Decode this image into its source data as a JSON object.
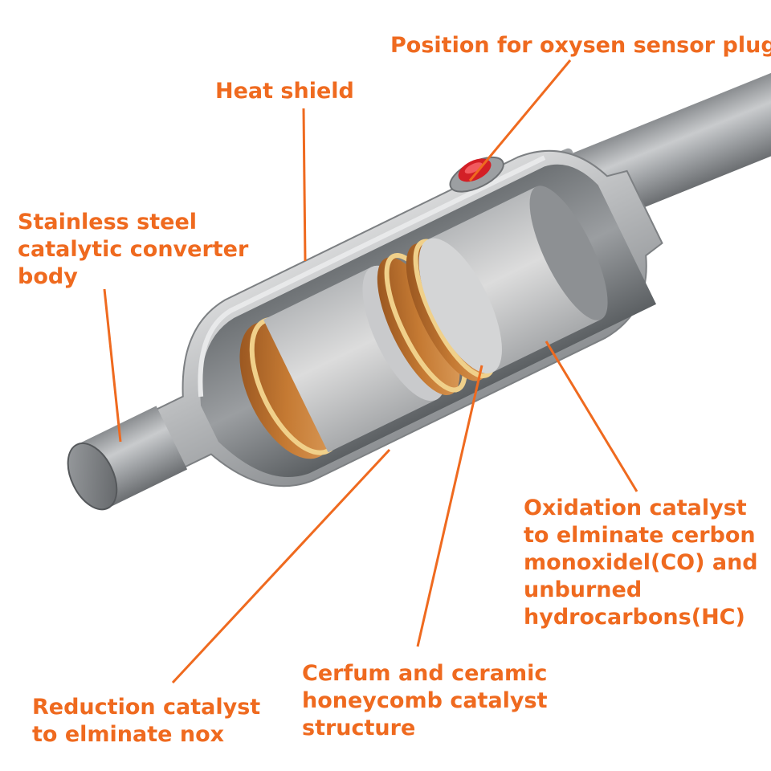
{
  "accent_color": "#ef6a1f",
  "labels": {
    "oxygen_sensor": [
      "Position for oxysen sensor plug"
    ],
    "heat_shield": [
      "Heat shield"
    ],
    "body": [
      "Stainless steel",
      "catalytic converter",
      "body"
    ],
    "oxidation": [
      "Oxidation catalyst",
      "to elminate cerbon",
      "monoxidel(CO) and",
      "unburned",
      "hydrocarbons(HC)"
    ],
    "honeycomb": [
      "Cerfum and ceramic",
      "honeycomb catalyst",
      "structure"
    ],
    "reduction": [
      "Reduction catalyst",
      "to elminate nox"
    ]
  }
}
